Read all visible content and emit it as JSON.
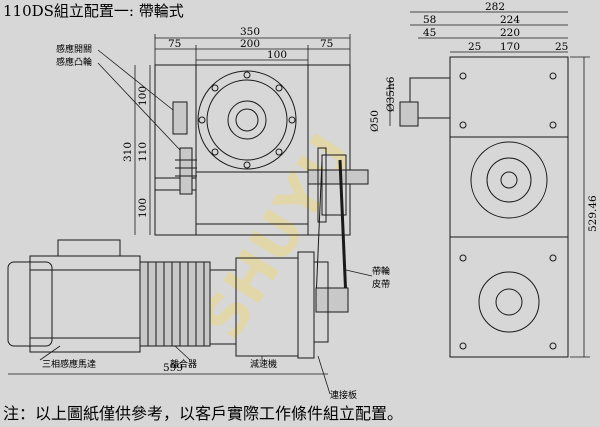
{
  "title": "110DS組立配置一: 帶輪式",
  "watermark": "SHUYU",
  "dimensions": {
    "top_total": "350",
    "top_left": "75",
    "top_mid": "200",
    "top_right": "75",
    "top_inner": "100",
    "left_100a": "100",
    "left_310": "310",
    "left_110": "110",
    "left_100b": "100",
    "phi35": "Ø35h6",
    "phi50": "Ø50",
    "bottom_total": "599",
    "side_282": "282",
    "side_224": "224",
    "side_220": "220",
    "side_58": "58",
    "side_45": "45",
    "side_25a": "25",
    "side_170": "170",
    "side_25b": "25",
    "side_height": "529.46"
  },
  "labels": {
    "sensor_switch": "感應開關",
    "sensor_cam": "感應凸輪",
    "pulley": "帶輪",
    "belt": "皮帶",
    "motor": "三相感應馬達",
    "clutch": "離合器",
    "reducer": "減速機",
    "plate": "連接板"
  },
  "note": "注：以上圖紙僅供參考，以客戶實際工作條件組立配置。",
  "colors": {
    "background": "#d7d7d7",
    "line": "#1a1a1a",
    "watermark": "#e3d7a0"
  }
}
